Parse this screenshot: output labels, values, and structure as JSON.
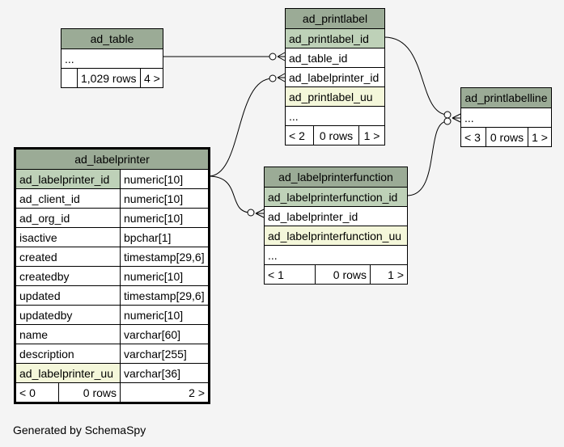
{
  "tables": {
    "ad_table": {
      "name": "ad_table",
      "placeholder": "...",
      "footer": {
        "left": "",
        "rows": "1,029 rows",
        "right": "4 >"
      }
    },
    "ad_printlabel": {
      "name": "ad_printlabel",
      "columns": [
        "ad_printlabel_id",
        "ad_table_id",
        "ad_labelprinter_id",
        "ad_printlabel_uu"
      ],
      "placeholder": "...",
      "footer": {
        "left": "< 2",
        "rows": "0 rows",
        "right": "1 >"
      }
    },
    "ad_printlabelline": {
      "name": "ad_printlabelline",
      "placeholder": "...",
      "footer": {
        "left": "< 3",
        "rows": "0 rows",
        "right": "1 >"
      }
    },
    "ad_labelprinterfunction": {
      "name": "ad_labelprinterfunction",
      "columns": [
        "ad_labelprinterfunction_id",
        "ad_labelprinter_id",
        "ad_labelprinterfunction_uu"
      ],
      "placeholder": "...",
      "footer": {
        "left": "< 1",
        "rows": "0 rows",
        "right": "1 >"
      }
    },
    "ad_labelprinter": {
      "name": "ad_labelprinter",
      "columns": [
        {
          "name": "ad_labelprinter_id",
          "type": "numeric[10]"
        },
        {
          "name": "ad_client_id",
          "type": "numeric[10]"
        },
        {
          "name": "ad_org_id",
          "type": "numeric[10]"
        },
        {
          "name": "isactive",
          "type": "bpchar[1]"
        },
        {
          "name": "created",
          "type": "timestamp[29,6]"
        },
        {
          "name": "createdby",
          "type": "numeric[10]"
        },
        {
          "name": "updated",
          "type": "timestamp[29,6]"
        },
        {
          "name": "updatedby",
          "type": "numeric[10]"
        },
        {
          "name": "name",
          "type": "varchar[60]"
        },
        {
          "name": "description",
          "type": "varchar[255]"
        },
        {
          "name": "ad_labelprinter_uu",
          "type": "varchar[36]"
        }
      ],
      "footer": {
        "left": "< 0",
        "rows": "0 rows",
        "right": "2 >"
      }
    }
  },
  "footer_note": "Generated by SchemaSpy",
  "colors": {
    "header": "#9bab96",
    "primary_key": "#bed1b8",
    "unique_key": "#f4f7da",
    "background": "#f4f4f4"
  }
}
